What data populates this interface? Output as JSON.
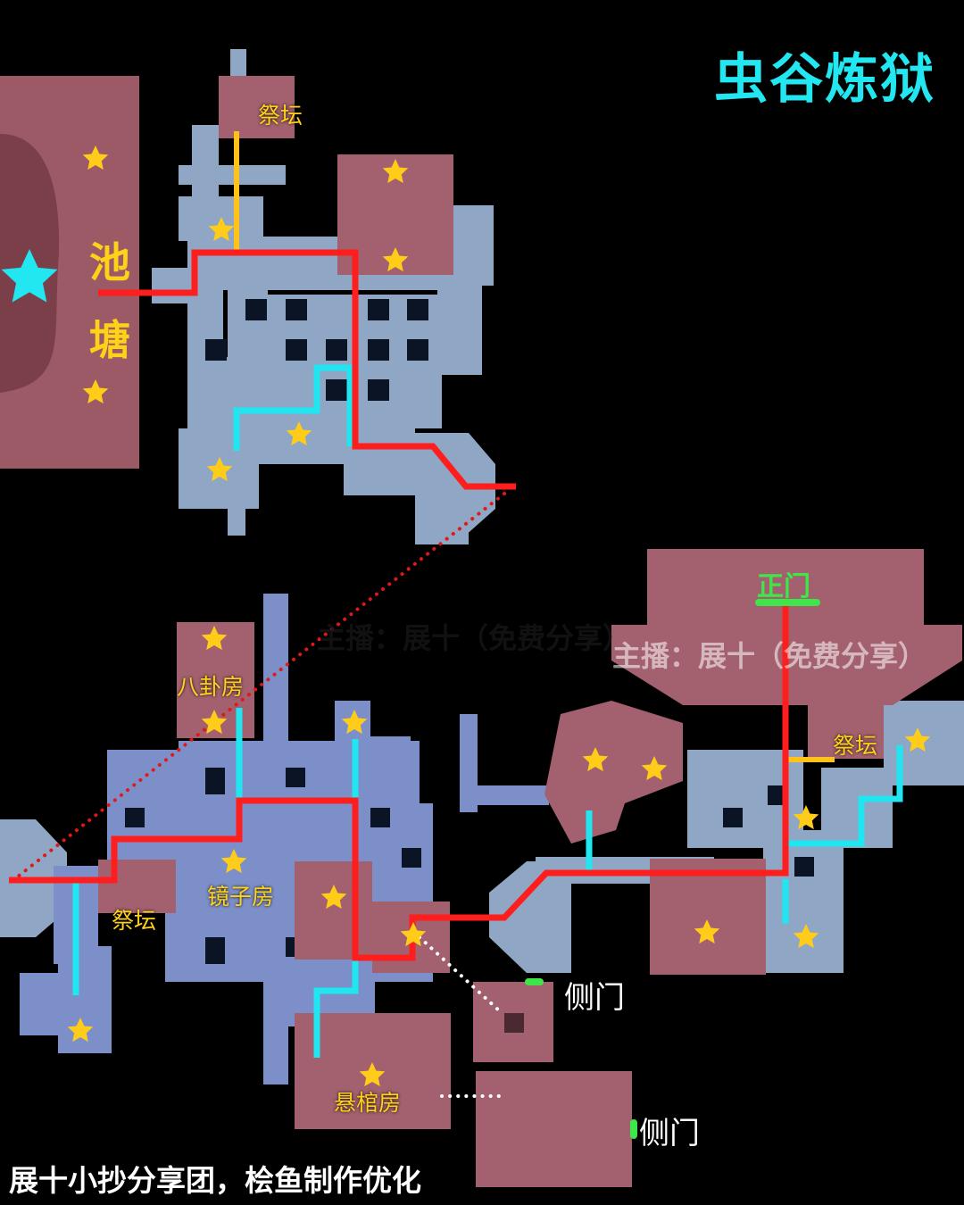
{
  "map": {
    "title": "虫谷炼狱",
    "credit": "展十小抄分享团，桧鱼制作优化",
    "watermark": "主播：展十（免费分享）",
    "colors": {
      "corridor": "#8fa6c4",
      "corridor_lower": "#7c8fc9",
      "room": "#a3606e",
      "pond": "#9c5a66",
      "main_route": "#ff1e1e",
      "branch_route": "#1fe6f0",
      "altar_route": "#ffc21a",
      "star": "#ffcc1a",
      "boss_star": "#22e6f0",
      "gate": "#3ee64a"
    },
    "labels": {
      "pond_top": "池",
      "pond_bottom": "塘",
      "altar": "祭坛",
      "bagua_room": "八卦房",
      "mirror_room": "镜子房",
      "coffin_room": "悬棺房",
      "main_gate": "正门",
      "side_gate": "侧门"
    },
    "icons": [
      "star-icon",
      "boss-star-icon",
      "gate-marker-icon"
    ]
  }
}
